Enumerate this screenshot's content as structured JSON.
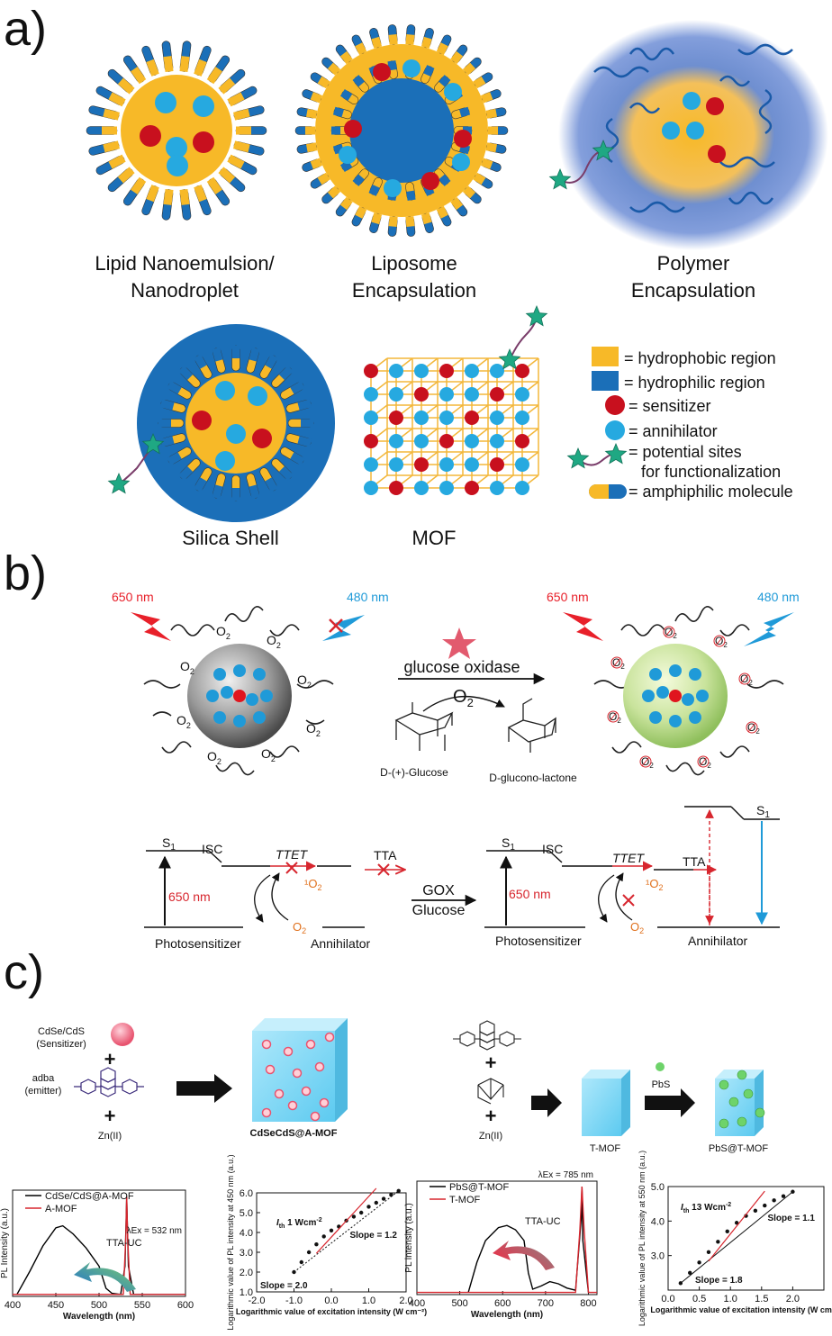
{
  "panel_a": {
    "label": "a)",
    "lipid": {
      "line1": "Lipid Nanoemulsion/",
      "line2": "Nanodroplet"
    },
    "liposome": {
      "line1": "Liposome",
      "line2": "Encapsulation"
    },
    "polymer": {
      "line1": "Polymer",
      "line2": "Encapsulation"
    },
    "silica": "Silica Shell",
    "mof": "MOF",
    "legend": {
      "hydrophobic": "= hydrophobic region",
      "hydrophilic": "= hydrophilic region",
      "sensitizer": "= sensitizer",
      "annihilator": "= annihilator",
      "functional_1": "= potential sites",
      "functional_2": "for functionalization",
      "amphiphilic": "= amphiphilic molecule"
    },
    "colors": {
      "hydrophobic": "#f7b928",
      "hydrophilic": "#1b6fb8",
      "sensitizer": "#c8101e",
      "annihilator": "#26a9e0",
      "star": "#1fa883"
    }
  },
  "panel_b": {
    "label": "b)",
    "wl_red": "650 nm",
    "wl_blue": "480 nm",
    "o2": "O",
    "o2_sub": "2",
    "enzyme": "glucose oxidase",
    "reagent": "O",
    "reagent_sub": "2",
    "glucose": "D-(+)-Glucose",
    "lactone": "D-glucono-lactone",
    "s1": "S",
    "s1_sub": "1",
    "isc": "ISC",
    "ttet": "TTET",
    "tta": "TTA",
    "singlet_o2": "¹O",
    "excitation": "650 nm",
    "gox": "GOX",
    "glucose_cond": "Glucose",
    "photosensitizer": "Photosensitizer",
    "annihilator": "Annihilator"
  },
  "panel_c": {
    "label": "c)",
    "sensitizer_name": "CdSe/CdS",
    "sensitizer_role": "(Sensitizer)",
    "emitter_name": "adba",
    "emitter_role": "(emitter)",
    "zn": "Zn(II)",
    "plus": "+",
    "product_a": "CdSeCdS@A-MOF",
    "pbs": "PbS",
    "tmof": "T-MOF",
    "product_b": "PbS@T-MOF"
  },
  "chart_data": [
    {
      "type": "line",
      "title": "",
      "xlabel": "Wavelength (nm)",
      "ylabel": "PL Intensity (a.u.)",
      "xlim": [
        400,
        600
      ],
      "xticks": [
        "400",
        "450",
        "500",
        "550",
        "600"
      ],
      "annotations": [
        "λEx = 532 nm",
        "TTA-UC"
      ],
      "series": [
        {
          "name": "CdSe/CdS@A-MOF",
          "color": "#000000",
          "x": [
            405,
            420,
            435,
            450,
            458,
            470,
            485,
            500,
            508,
            515,
            525,
            530,
            532,
            534,
            540,
            600
          ],
          "y": [
            0.02,
            0.25,
            0.5,
            0.68,
            0.7,
            0.62,
            0.48,
            0.3,
            0.08,
            0.03,
            0.02,
            0.3,
            0.98,
            0.3,
            0.02,
            0.02
          ]
        },
        {
          "name": "A-MOF",
          "color": "#d7262e",
          "x": [
            400,
            528,
            531,
            532,
            533,
            536,
            600
          ],
          "y": [
            0.02,
            0.02,
            0.6,
            0.99,
            0.6,
            0.02,
            0.02
          ]
        }
      ]
    },
    {
      "type": "scatter",
      "title": "",
      "xlabel": "Logarithmic value of excitation intensity (W cm⁻²)",
      "ylabel": "Logarithmic value of PL intensity at 450 nm (a.u.)",
      "xlim": [
        -2.0,
        2.0
      ],
      "ylim": [
        1.0,
        6.0
      ],
      "xticks": [
        "-2.0",
        "-1.0",
        "0.0",
        "1.0",
        "2.0"
      ],
      "yticks": [
        "1.0",
        "2.0",
        "3.0",
        "4.0",
        "5.0",
        "6.0"
      ],
      "annotations": [
        "I",
        "th",
        " 1 Wcm",
        "-2",
        "Slope = 1.2",
        "Slope = 2.0"
      ],
      "series": [
        {
          "name": "",
          "x": [
            -1.0,
            -0.8,
            -0.6,
            -0.4,
            -0.2,
            0.0,
            0.2,
            0.4,
            0.6,
            0.8,
            1.0,
            1.2,
            1.4,
            1.6,
            1.8
          ],
          "y": [
            2.0,
            2.5,
            3.0,
            3.4,
            3.8,
            4.1,
            4.3,
            4.6,
            4.8,
            5.0,
            5.3,
            5.5,
            5.7,
            5.9,
            6.1
          ]
        }
      ]
    },
    {
      "type": "line",
      "title": "",
      "xlabel": "Wavelength (nm)",
      "ylabel": "PL intensity (a.u.)",
      "xlim": [
        400,
        820
      ],
      "xticks": [
        "400",
        "500",
        "600",
        "700",
        "800"
      ],
      "annotations": [
        "λEx = 785 nm",
        "TTA-UC"
      ],
      "series": [
        {
          "name": "PbS@T-MOF",
          "color": "#000000",
          "x": [
            520,
            540,
            560,
            590,
            610,
            630,
            650,
            660,
            670,
            690,
            710,
            730,
            750,
            770,
            783,
            785,
            787,
            800
          ],
          "y": [
            0.02,
            0.3,
            0.5,
            0.62,
            0.64,
            0.6,
            0.5,
            0.2,
            0.05,
            0.08,
            0.12,
            0.1,
            0.06,
            0.04,
            0.7,
            1.0,
            0.5,
            0.02
          ]
        },
        {
          "name": "T-MOF",
          "color": "#d7262e",
          "x": [
            400,
            770,
            780,
            785,
            790,
            800,
            820
          ],
          "y": [
            0.02,
            0.02,
            0.6,
            1.0,
            0.6,
            0.02,
            0.02
          ]
        }
      ]
    },
    {
      "type": "scatter",
      "title": "",
      "xlabel": "Logarithmic value of excitation intensity (W cm⁻²)",
      "ylabel": "Logarithmic value of PL intensity at 550 nm (a.u.)",
      "xlim": [
        0.0,
        2.5
      ],
      "ylim": [
        2.0,
        5.0
      ],
      "xticks": [
        "0.0",
        "0.5",
        "1.0",
        "1.5",
        "2.0"
      ],
      "yticks": [
        "3.0",
        "4.0",
        "5.0"
      ],
      "annotations": [
        "I",
        "th",
        " 13 Wcm",
        "-2",
        "Slope = 1.1",
        "Slope = 1.8"
      ],
      "series": [
        {
          "name": "",
          "x": [
            0.2,
            0.35,
            0.5,
            0.65,
            0.8,
            0.95,
            1.1,
            1.25,
            1.4,
            1.55,
            1.7,
            1.85,
            2.0
          ],
          "y": [
            2.2,
            2.5,
            2.8,
            3.1,
            3.4,
            3.7,
            3.95,
            4.15,
            4.3,
            4.45,
            4.6,
            4.72,
            4.85
          ]
        }
      ]
    }
  ]
}
